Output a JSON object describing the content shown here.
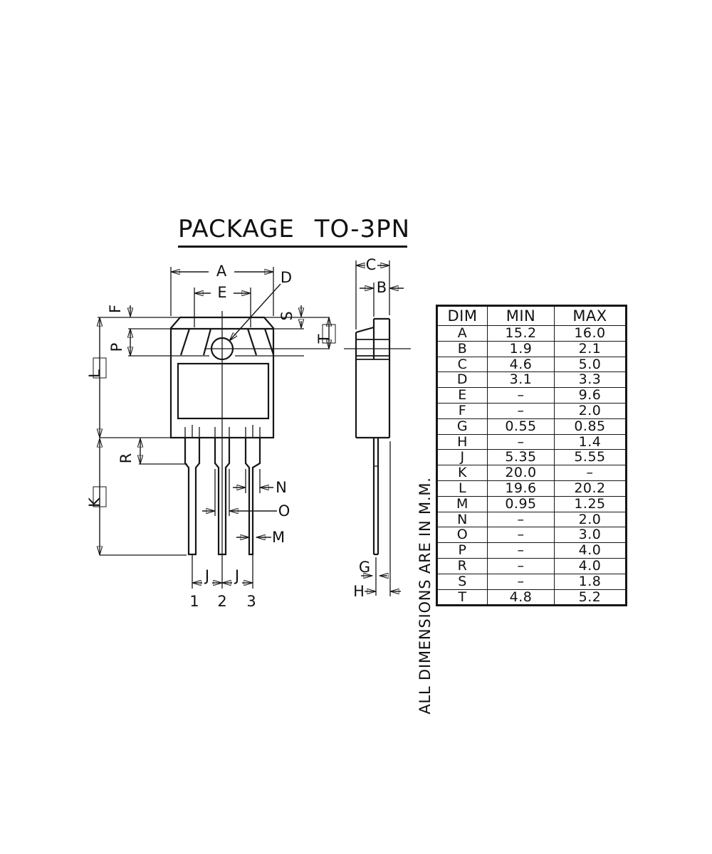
{
  "title": "PACKAGE TO-3PN",
  "note": "ALL DIMENSIONS ARE IN M.M.",
  "labels": {
    "A": "A",
    "B": "B",
    "C": "C",
    "D": "D",
    "E": "E",
    "F": "F",
    "G": "G",
    "H": "H",
    "J": "J",
    "K": "K",
    "L": "L",
    "M": "M",
    "N": "N",
    "O": "O",
    "P": "P",
    "R": "R",
    "S": "S",
    "T": "T"
  },
  "pin_numbers": [
    "1",
    "2",
    "3"
  ],
  "table": {
    "headers": [
      "DIM",
      "MIN",
      "MAX"
    ],
    "rows": [
      {
        "dim": "A",
        "min": "15.2",
        "max": "16.0"
      },
      {
        "dim": "B",
        "min": "1.9",
        "max": "2.1"
      },
      {
        "dim": "C",
        "min": "4.6",
        "max": "5.0"
      },
      {
        "dim": "D",
        "min": "3.1",
        "max": "3.3"
      },
      {
        "dim": "E",
        "min": "–",
        "max": "9.6"
      },
      {
        "dim": "F",
        "min": "–",
        "max": "2.0"
      },
      {
        "dim": "G",
        "min": "0.55",
        "max": "0.85"
      },
      {
        "dim": "H",
        "min": "–",
        "max": "1.4"
      },
      {
        "dim": "J",
        "min": "5.35",
        "max": "5.55"
      },
      {
        "dim": "K",
        "min": "20.0",
        "max": "–"
      },
      {
        "dim": "L",
        "min": "19.6",
        "max": "20.2"
      },
      {
        "dim": "M",
        "min": "0.95",
        "max": "1.25"
      },
      {
        "dim": "N",
        "min": "–",
        "max": "2.0"
      },
      {
        "dim": "O",
        "min": "–",
        "max": "3.0"
      },
      {
        "dim": "P",
        "min": "–",
        "max": "4.0"
      },
      {
        "dim": "R",
        "min": "–",
        "max": "4.0"
      },
      {
        "dim": "S",
        "min": "–",
        "max": "1.8"
      },
      {
        "dim": "T",
        "min": "4.8",
        "max": "5.2"
      }
    ]
  }
}
